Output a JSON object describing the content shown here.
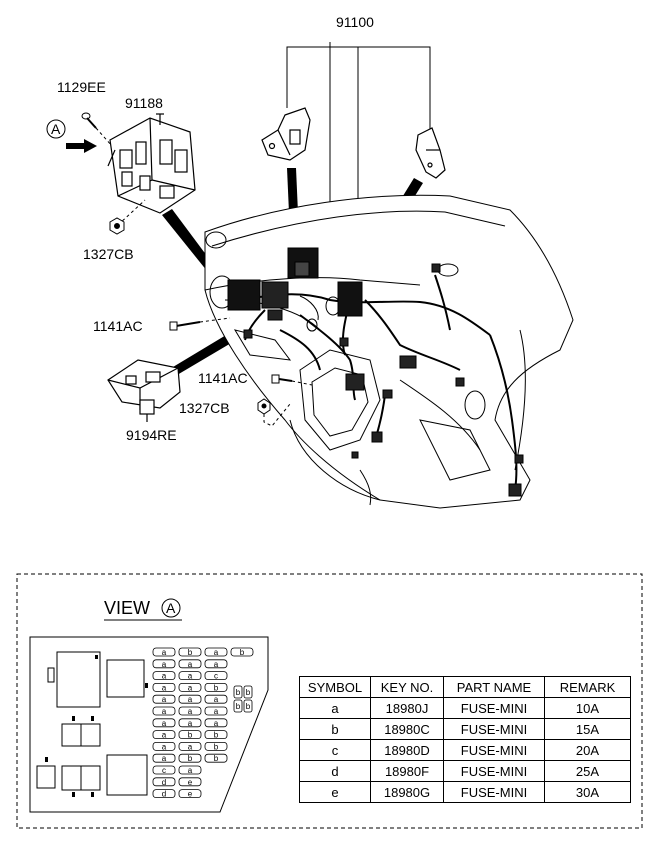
{
  "labels": {
    "harness": "91100",
    "bolt_top": "1129EE",
    "junction_box": "91188",
    "view_marker": "A",
    "nut_left": "1327CB",
    "bolt_left": "1141AC",
    "bolt_right": "1141AC",
    "nut_right": "1327CB",
    "relay_box": "9194RE"
  },
  "view": {
    "prefix": "VIEW",
    "letter": "A"
  },
  "fuse_slots": [
    "a",
    "b",
    "c",
    "d",
    "e"
  ],
  "table": {
    "headers": [
      "SYMBOL",
      "KEY NO.",
      "PART NAME",
      "REMARK"
    ],
    "rows": [
      {
        "symbol": "a",
        "key": "18980J",
        "part": "FUSE-MINI",
        "remark": "10A"
      },
      {
        "symbol": "b",
        "key": "18980C",
        "part": "FUSE-MINI",
        "remark": "15A"
      },
      {
        "symbol": "c",
        "key": "18980D",
        "part": "FUSE-MINI",
        "remark": "20A"
      },
      {
        "symbol": "d",
        "key": "18980F",
        "part": "FUSE-MINI",
        "remark": "25A"
      },
      {
        "symbol": "e",
        "key": "18980G",
        "part": "FUSE-MINI",
        "remark": "30A"
      }
    ]
  }
}
